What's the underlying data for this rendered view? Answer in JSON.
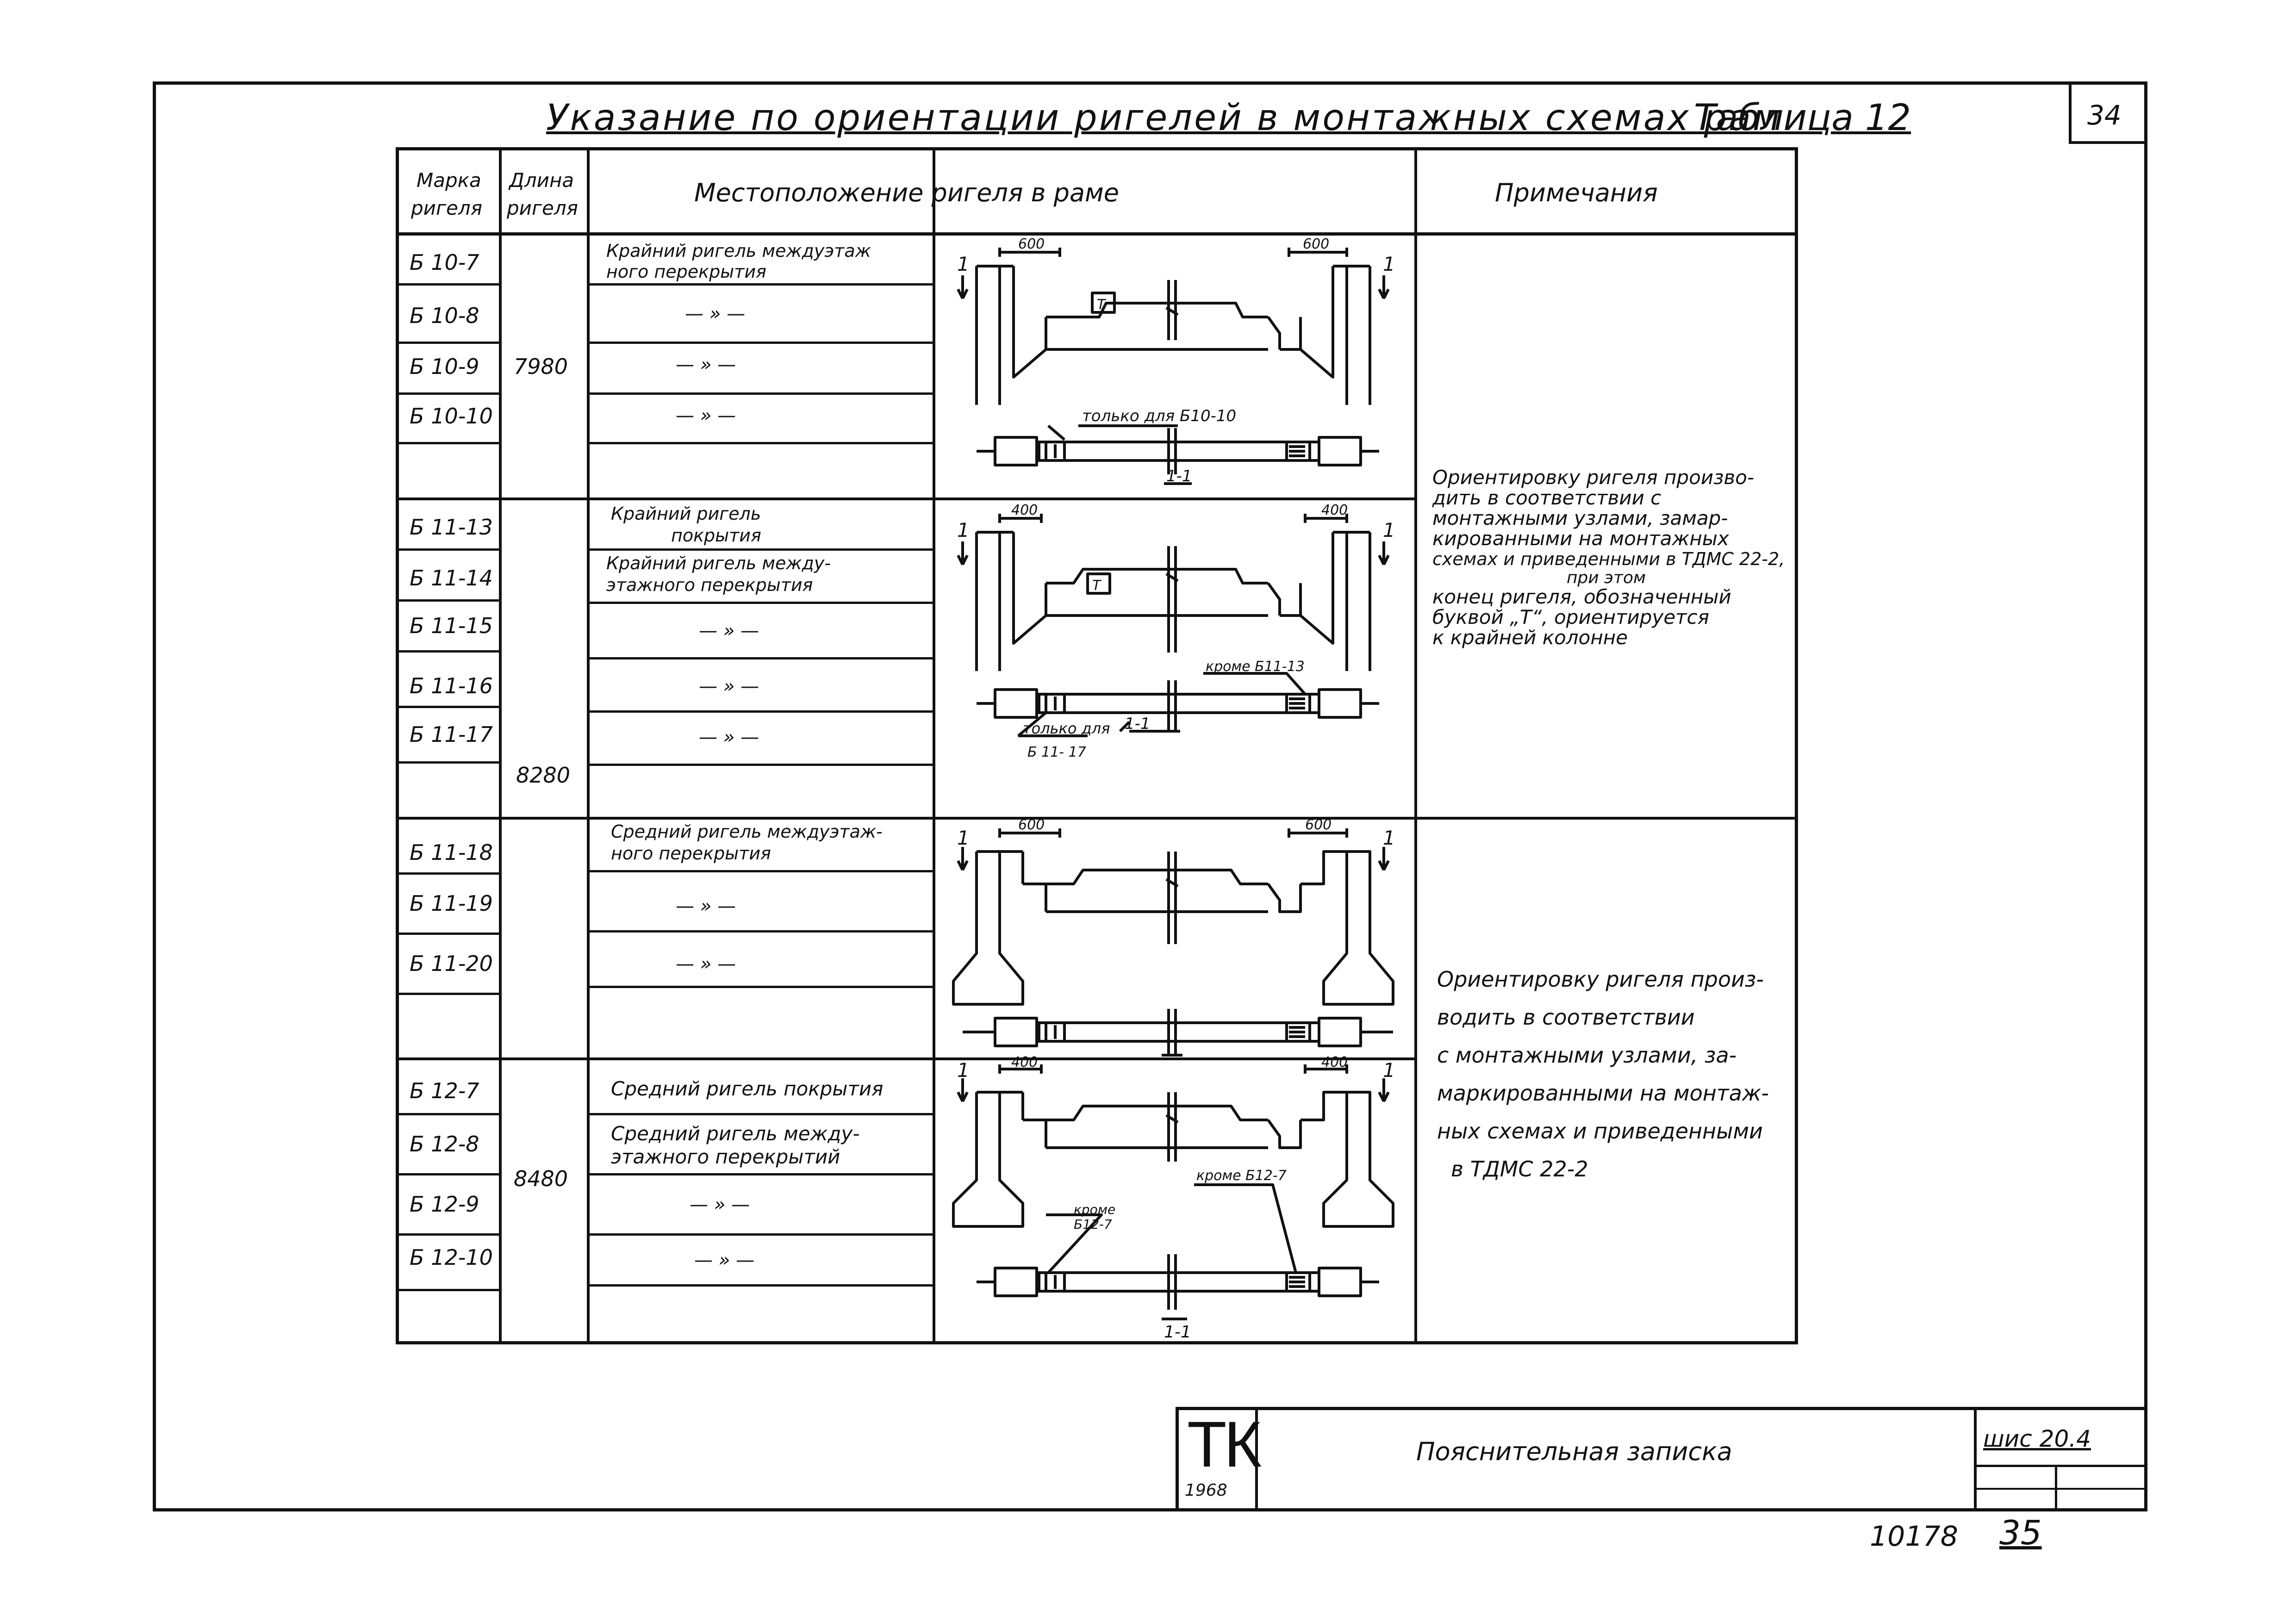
{
  "header": {
    "title": "Указание по ориентации ригелей в монтажных схемах рам",
    "table_label": "Таблица 12",
    "page_number": "34"
  },
  "table": {
    "columns": [
      "Марка ригеля",
      "Длина ригеля",
      "Местоположение ригеля в раме",
      "Примечания"
    ],
    "col_mark_l1": "Марка",
    "col_mark_l2": "ригеля",
    "col_len_l1": "Длина",
    "col_len_l2": "ригеля",
    "col_loc": "Местоположение  ригеля  в  раме",
    "col_notes": "Примечания",
    "marks": [
      "Б 10-7",
      "Б 10-8",
      "Б 10-9",
      "Б 10-10",
      "Б 11-13",
      "Б 11-14",
      "Б 11-15",
      "Б 11-16",
      "Б 11-17",
      "Б 11-18",
      "Б 11-19",
      "Б 11-20",
      "Б 12-7",
      "Б 12-8",
      "Б 12-9",
      "Б 12-10"
    ],
    "lengths": [
      "7980",
      "8280",
      "8480"
    ],
    "location_texts": {
      "g1_l1": "Крайний  ригель  междуэтаж",
      "g1_l2": "ного   перекрытия",
      "g2_a_l1": "Крайний   ригель",
      "g2_a_l2": "покрытия",
      "g2_b_l1": "Крайний  ригель  между-",
      "g2_b_l2": "этажного   перекрытия",
      "g3_l1": "Средний  ригель  междуэтаж-",
      "g3_l2": "ного   перекрытия",
      "g4_a": "Средний  ригель  покрытия",
      "g4_b_l1": "Средний  ригель  между-",
      "g4_b_l2": "этажного   перекрытий",
      "ditto": "— » —"
    },
    "notes_1": [
      "Ориентировку  ригеля  произво-",
      "дить  в соответствии  с",
      "монтажными  узлами, замар-",
      "кированными на монтажных",
      "схемах и приведенными в ТДМС 22-2,",
      "при этом",
      "конец  ригеля,  обозначенный",
      "буквой  „Т“,  ориентируется",
      "к крайней   колонне"
    ],
    "notes_2": [
      "Ориентировку  ригеля  произ-",
      "водить   в соответствии",
      "с монтажными  узлами,  за-",
      "маркированными  на  монтаж-",
      "ных  схемах  и приведенными",
      "в  ТДМС  22-2"
    ]
  },
  "diagrams": {
    "dim_600": "600",
    "dim_400": "400",
    "section_mark": "1",
    "section_label": "1-1",
    "letter_t": "Т",
    "d1_note": "только для Б10-10",
    "d2_note_a": "кроме Б11-13",
    "d2_note_b": "только для",
    "d2_note_c": "Б 11- 17",
    "d4_note_a": "кроме Б12-7",
    "d4_note_b": "кроме",
    "d4_note_c": "Б12-7"
  },
  "title_block": {
    "logo": "ТК",
    "year": "1968",
    "doc_name": "Пояснительная  записка",
    "code": "шис 20.4"
  },
  "footer": {
    "archive_no": "10178",
    "sheet_no": "35"
  }
}
